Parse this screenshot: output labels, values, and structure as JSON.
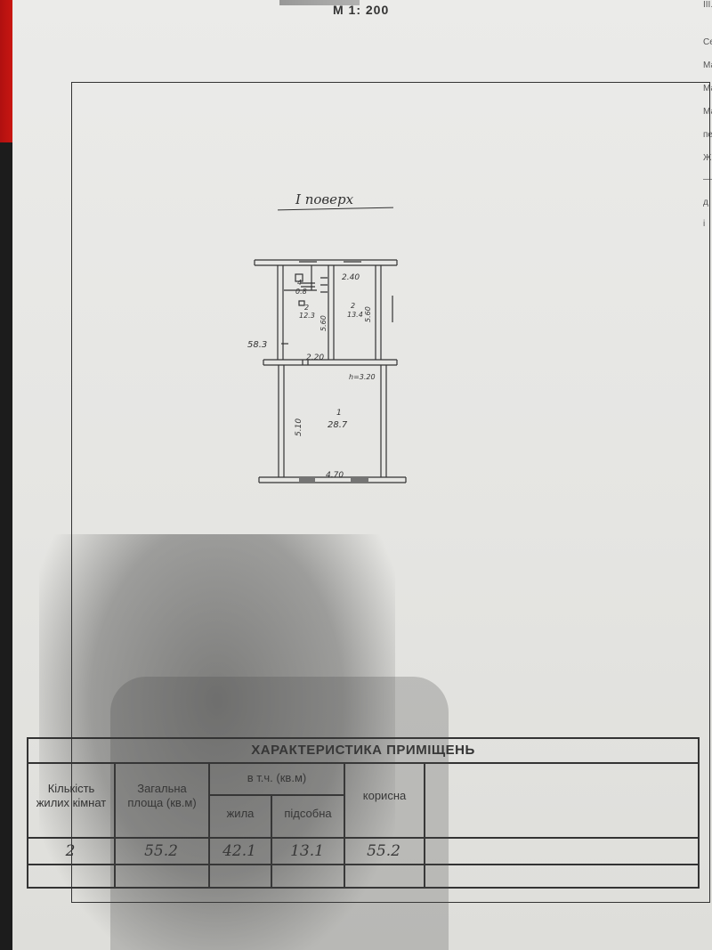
{
  "header": {
    "scale": "М  1: 200"
  },
  "margin_notes": [
    "III.",
    "Сер",
    "Мат",
    "Мат",
    "Ма",
    "пер",
    "Ж",
    "—",
    "д",
    "і"
  ],
  "plan": {
    "floor_title": "I поверх",
    "dims": {
      "top_right_width": "2.40",
      "right_depth": "5.60",
      "left_depth": "5.60",
      "corridor_width": "2.20",
      "ceiling_height": "h=3.20",
      "main_depth": "5.10",
      "bottom_width": "4.70",
      "outer_area": "58.3"
    },
    "rooms": [
      {
        "number": "4",
        "area": "0.8"
      },
      {
        "number": "2",
        "area": "12.3"
      },
      {
        "number": "2",
        "area": "13.4"
      },
      {
        "number": "1",
        "area": "28.7"
      }
    ]
  },
  "characteristics": {
    "title": "ХАРАКТЕРИСТИКА  ПРИМІЩЕНЬ",
    "col_rooms": "Кількість жилих кімнат",
    "col_total": "Загальна площа (кв.м)",
    "col_incl": "в т.ч.   (кв.м)",
    "col_living": "жила",
    "col_aux": "підсобна",
    "col_useful": "корисна",
    "values": {
      "rooms": "2",
      "total": "55.2",
      "living": "42.1",
      "aux": "13.1",
      "useful": "55.2"
    }
  }
}
